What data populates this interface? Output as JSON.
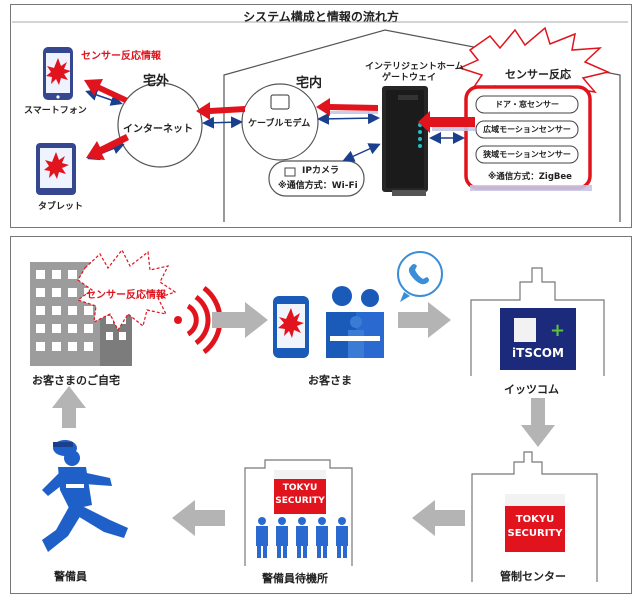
{
  "top": {
    "title": "システム構成と情報の流れ方",
    "outside_label": "宅外",
    "inside_label": "宅内",
    "smartphone_alert": "センサー反応情報",
    "smartphone_label": "スマートフォン",
    "tablet_label": "タブレット",
    "internet_label": "インターネット",
    "modem_label": "ケーブルモデム",
    "gateway_line1": "インテリジェントホーム",
    "gateway_line2": "ゲートウェイ",
    "sensor_burst": "センサー反応",
    "sensors": [
      "ドア・窓センサー",
      "広域モーションセンサー",
      "狭域モーションセンサー"
    ],
    "sensor_comm": "※通信方式：ZigBee",
    "camera_line1": "IPカメラ",
    "camera_line2": "※通信方式：Wi-Fi"
  },
  "bottom": {
    "home_alert": "センサー反応情報",
    "home_label": "お客さまのご自宅",
    "customer_label": "お客さま",
    "itscom_logo": "iTSCOM",
    "itscom_label": "イッツコム",
    "control_label": "管制センター",
    "standby_label": "警備員待機所",
    "guard_label": "警備員",
    "security_logo_line1": "TOKYU",
    "security_logo_line2": "SECURITY"
  },
  "colors": {
    "alert_red": "#e1141e",
    "navy": "#1a3f8c",
    "blue": "#3a7bd5",
    "arrow_gray": "#b4b4b4"
  }
}
